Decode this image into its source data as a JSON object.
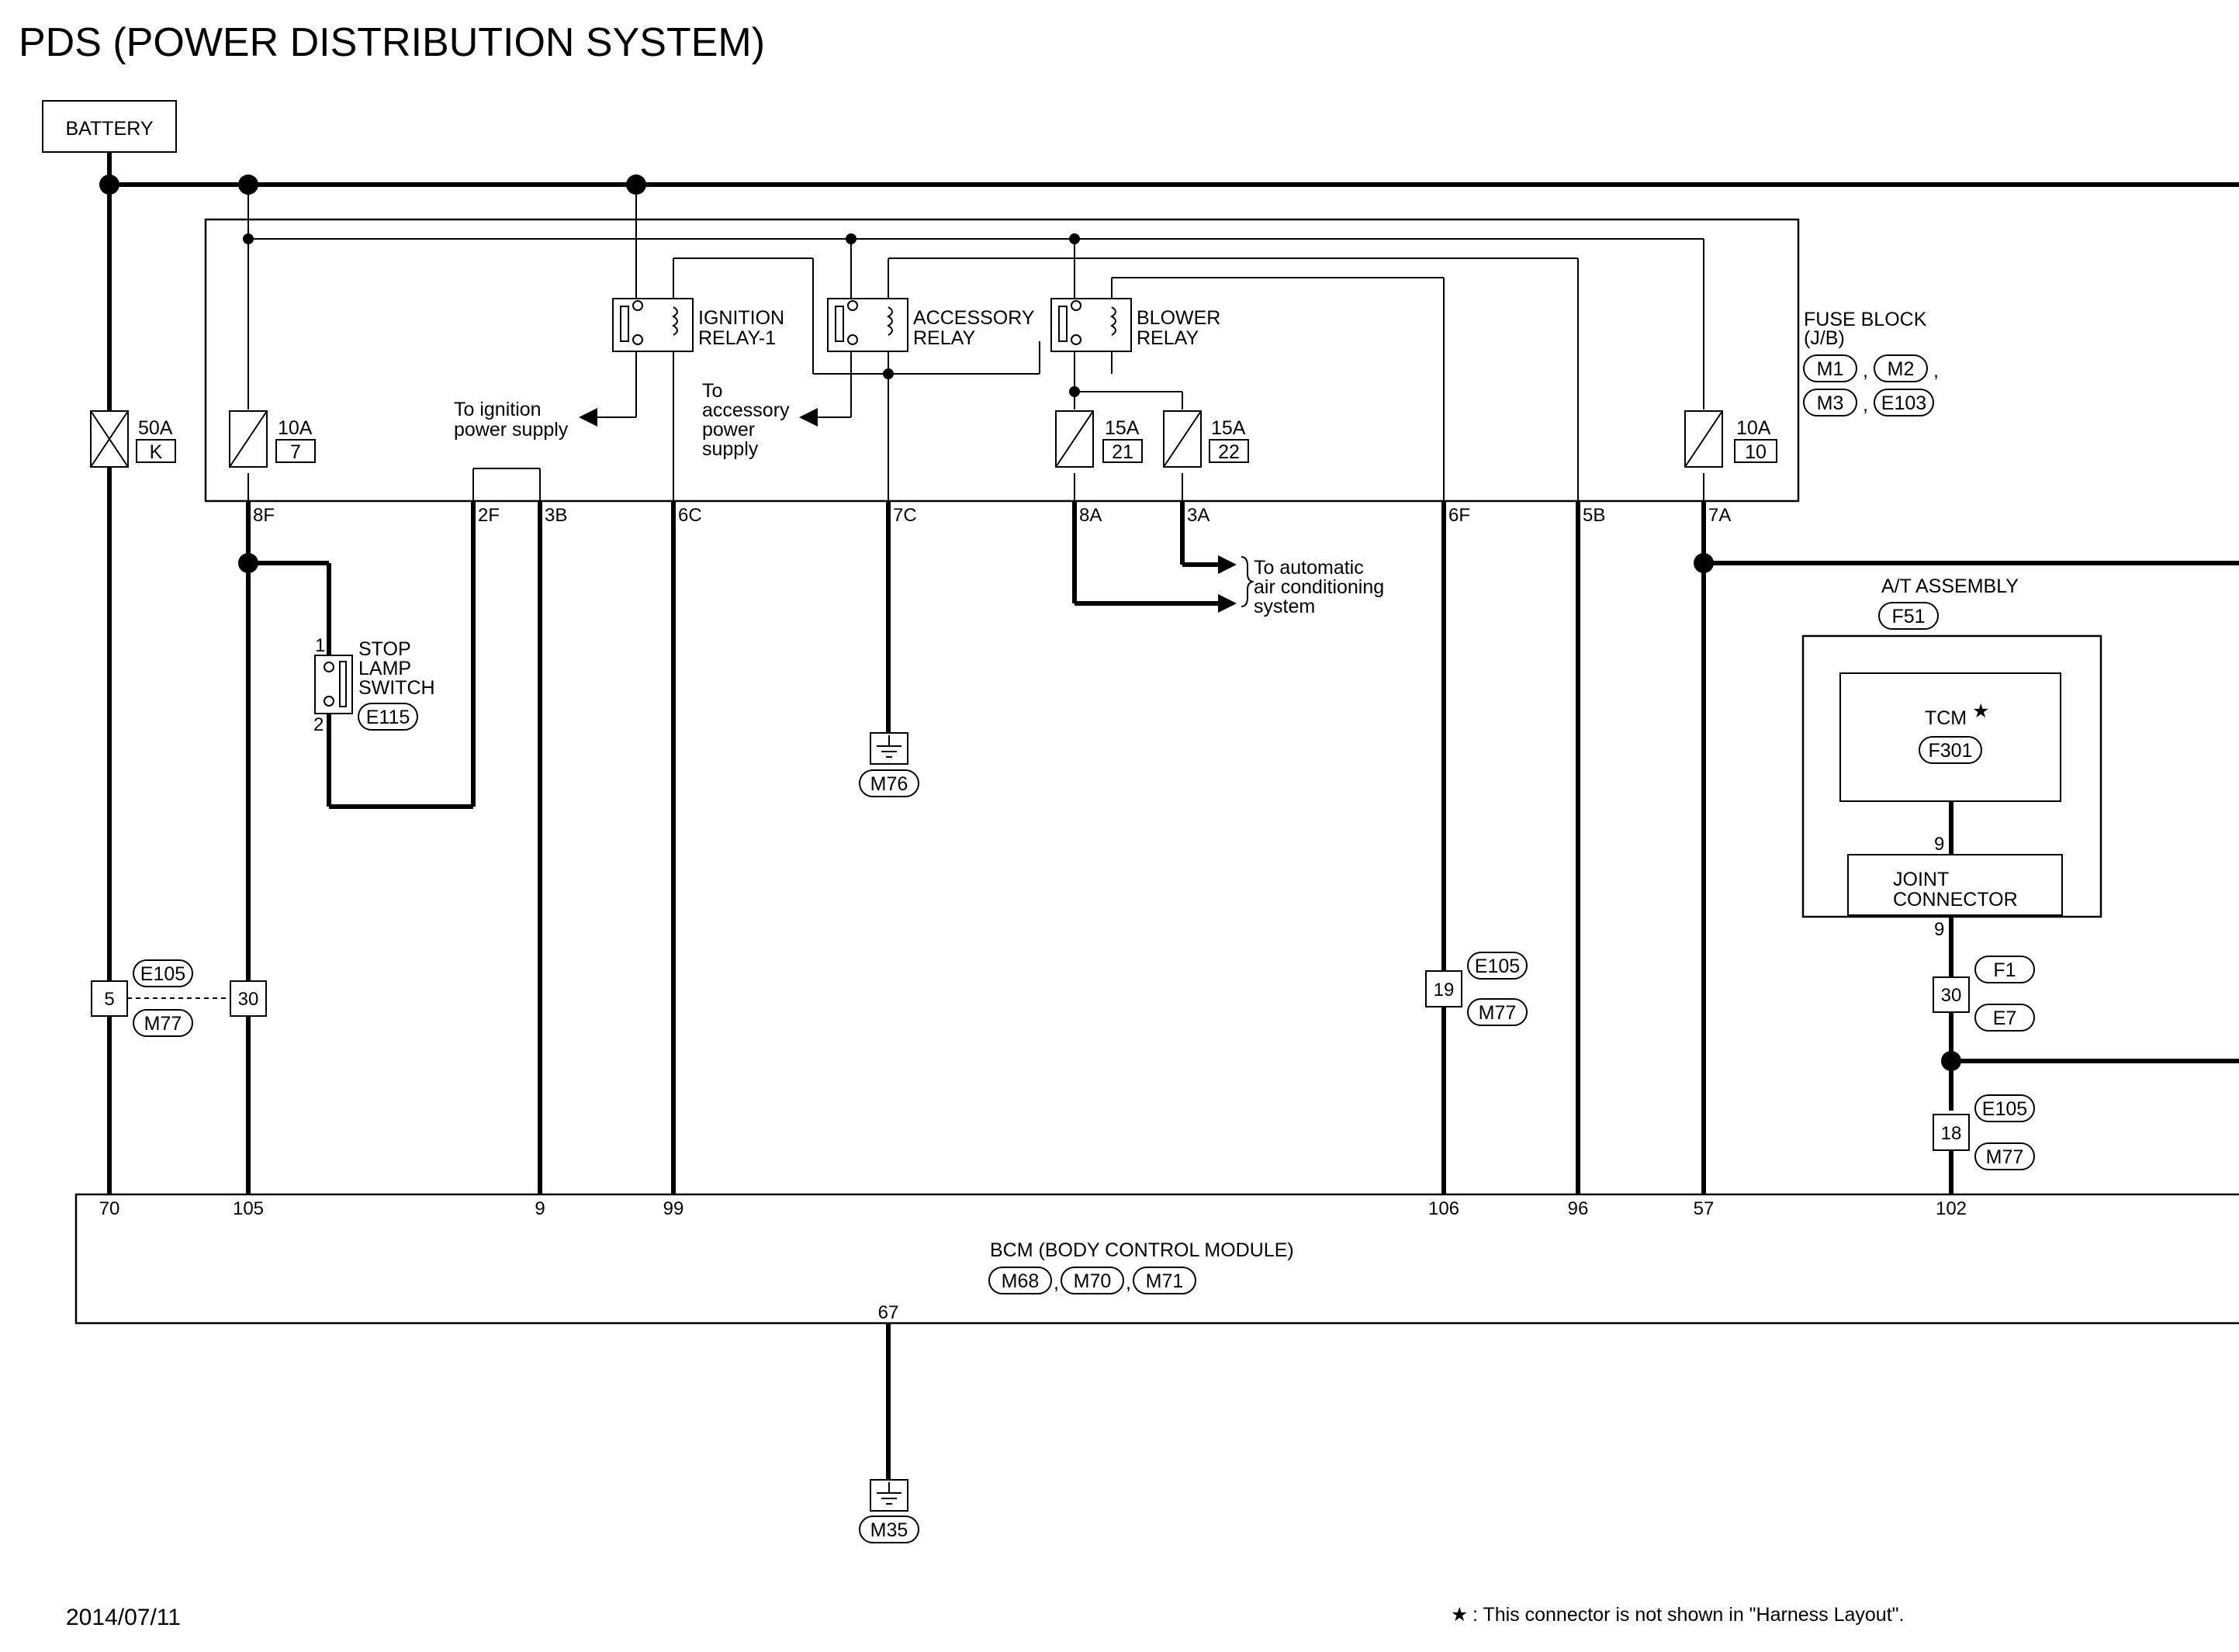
{
  "title": "PDS (POWER DISTRIBUTION SYSTEM)",
  "battery_label": "BATTERY",
  "fuse_block": {
    "title_line1": "FUSE BLOCK",
    "title_line2": "(J/B)",
    "connectors": [
      "M1",
      "M2",
      "M3",
      "E103"
    ]
  },
  "relays": [
    {
      "line1": "IGNITION",
      "line2": "RELAY-1"
    },
    {
      "line1": "ACCESSORY",
      "line2": "RELAY"
    },
    {
      "line1": "BLOWER",
      "line2": "RELAY"
    }
  ],
  "fuses": [
    {
      "rating": "50A",
      "id": "K"
    },
    {
      "rating": "10A",
      "id": "7"
    },
    {
      "rating": "15A",
      "id": "21"
    },
    {
      "rating": "15A",
      "id": "22"
    },
    {
      "rating": "10A",
      "id": "10"
    }
  ],
  "jb_terminals": [
    "8F",
    "2F",
    "3B",
    "6C",
    "7C",
    "8A",
    "3A",
    "6F",
    "5B",
    "7A"
  ],
  "notes": {
    "ignition_l1": "To ignition",
    "ignition_l2": "power supply",
    "accessory_l1": "To",
    "accessory_l2": "accessory",
    "accessory_l3": "power",
    "accessory_l4": "supply",
    "ac_l1": "To automatic",
    "ac_l2": "air conditioning",
    "ac_l3": "system"
  },
  "stop_lamp": {
    "line1": "STOP",
    "line2": "LAMP",
    "line3": "SWITCH",
    "connector": "E115",
    "pin1": "1",
    "pin2": "2"
  },
  "grounds": [
    "M76",
    "M35"
  ],
  "at_assembly": {
    "label": "A/T ASSEMBLY",
    "connector": "F51",
    "tcm_label": "TCM",
    "tcm_connector": "F301",
    "star": "★",
    "pin_top": "9",
    "joint_line1": "JOINT",
    "joint_line2": "CONNECTOR",
    "pin_bottom": "9"
  },
  "inline_connectors": {
    "e105_m77_pin5": "5",
    "e105_m77_pin30": "30",
    "e105_m77_pin19": "19",
    "f1_e7_pin30": "30",
    "e105_m77_pin18": "18",
    "e105": "E105",
    "m77": "M77",
    "f1": "F1",
    "e7": "E7"
  },
  "bcm": {
    "label": "BCM (BODY CONTROL MODULE)",
    "connectors": [
      "M68",
      "M70",
      "M71"
    ],
    "pins": [
      "70",
      "105",
      "9",
      "99",
      "106",
      "96",
      "57",
      "102"
    ],
    "ground_pin": "67"
  },
  "comma": ",",
  "date": "2014/07/11",
  "footnote_star": "★",
  "footnote_text": ": This connector is not shown in \"Harness Layout\"."
}
